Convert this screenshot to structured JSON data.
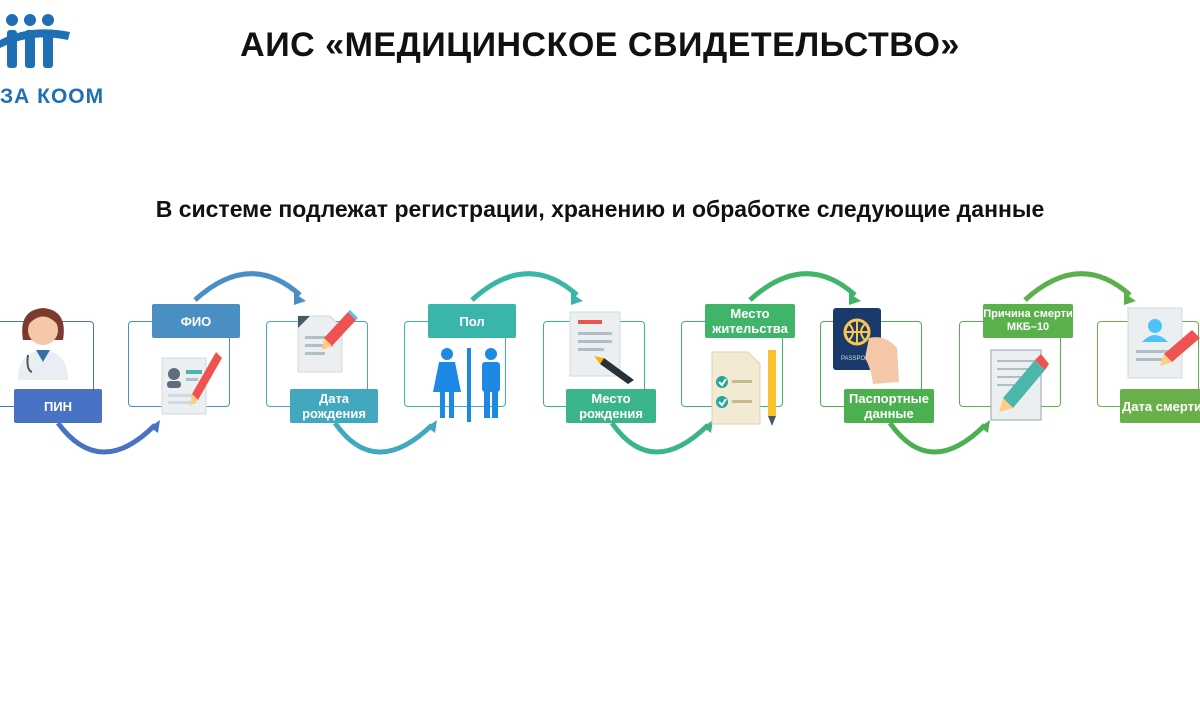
{
  "logo": {
    "text": "ЗА КООМ"
  },
  "title": "АИС «МЕДИЦИНСКОЕ СВИДЕТЕЛЬСТВО»",
  "subtitle": "В системе подлежат регистрации, хранению и обработке следующие данные",
  "steps": [
    {
      "label": "ПИН",
      "icon": "doctor-icon",
      "color": "#4a72c4"
    },
    {
      "label": "ФИО",
      "icon": "id-card-pen-icon",
      "color": "#4a8fc4"
    },
    {
      "label": "Дата рождения",
      "icon": "document-pen-icon",
      "color": "#42a8c0"
    },
    {
      "label": "Пол",
      "icon": "restroom-icon",
      "color": "#3ab5a9"
    },
    {
      "label": "Место рождения",
      "icon": "document-fountain-pen-icon",
      "color": "#3ab58a"
    },
    {
      "label": "Место жительства",
      "icon": "checklist-icon",
      "color": "#40b56a"
    },
    {
      "label": "Паспортные данные",
      "icon": "passport-icon",
      "color": "#4cb050"
    },
    {
      "label": "Причина смерти МКБ–10",
      "icon": "notepad-pen-icon",
      "color": "#5ab04a"
    },
    {
      "label": "Дата смерти",
      "icon": "profile-document-icon",
      "color": "#6ab04a"
    }
  ],
  "passport_text": "PASSPORT"
}
